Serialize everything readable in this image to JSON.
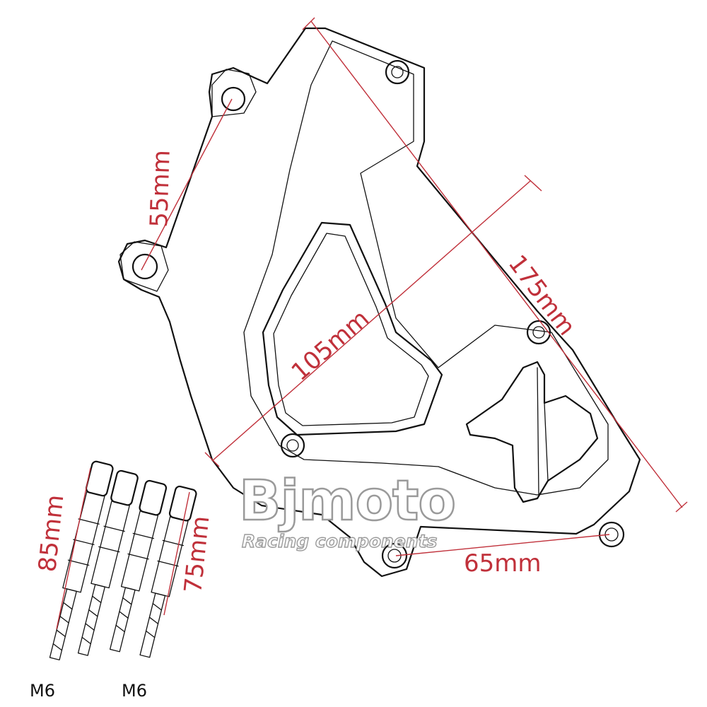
{
  "brand": {
    "name": "Bjmoto",
    "tagline": "Racing components"
  },
  "dimensions": {
    "mount_holes_spacing": "55mm",
    "width": "105mm",
    "length": "175mm",
    "bottom_holes_spacing": "65mm",
    "long_bolt_length": "85mm",
    "short_bolt_length": "75mm"
  },
  "bolts": {
    "thread_left": "M6",
    "thread_right": "M6"
  },
  "colors": {
    "dimension": "#c0303a",
    "outline": "#111111",
    "watermark": "#9a9a9a"
  }
}
